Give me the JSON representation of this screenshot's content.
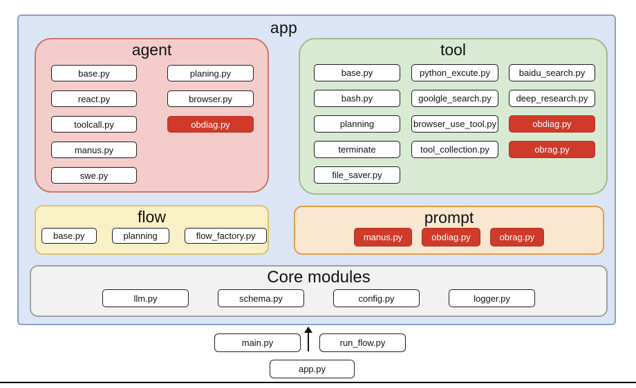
{
  "app_label": "app",
  "colors": {
    "app_bg": "#dbe5f6",
    "app_border": "#8b9dc9",
    "agent_bg": "#f4cdcb",
    "agent_border": "#c9766f",
    "tool_bg": "#d9ead3",
    "tool_border": "#9dbe8d",
    "flow_bg": "#faf0c5",
    "flow_border": "#dcc269",
    "prompt_bg": "#fae7d0",
    "prompt_border": "#e39c3f",
    "core_bg": "#f2f2f2",
    "core_border": "#a0a0a0",
    "module_bg": "#ffffff",
    "module_border": "#1c1c1c",
    "highlight_bg": "#cf3a2a",
    "highlight_text": "#ffffff"
  },
  "sections": {
    "agent": {
      "title": "agent",
      "columns": [
        [
          "base.py",
          "react.py",
          "toolcall.py",
          "manus.py",
          "swe.py"
        ],
        [
          "planing.py",
          "browser.py",
          "obdiag.py"
        ]
      ],
      "highlighted": [
        "obdiag.py"
      ]
    },
    "tool": {
      "title": "tool",
      "columns": [
        [
          "base.py",
          "bash.py",
          "planning",
          "terminate",
          "file_saver.py"
        ],
        [
          "python_excute.py",
          "goolgle_search.py",
          "browser_use_tool.py",
          "tool_collection.py"
        ],
        [
          "baidu_search.py",
          "deep_research.py",
          "obdiag.py",
          "obrag.py"
        ]
      ],
      "highlighted": [
        "obdiag.py",
        "obrag.py"
      ]
    },
    "flow": {
      "title": "flow",
      "items": [
        "base.py",
        "planning",
        "flow_factory.py"
      ],
      "highlighted": []
    },
    "prompt": {
      "title": "prompt",
      "items": [
        "manus.py",
        "obdiag.py",
        "obrag.py"
      ],
      "highlighted": [
        "manus.py",
        "obdiag.py",
        "obrag.py"
      ]
    },
    "core": {
      "title": "Core modules",
      "items": [
        "llm.py",
        "schema.py",
        "config.py",
        "logger.py"
      ]
    }
  },
  "entry": {
    "files": [
      "main.py",
      "run_flow.py"
    ],
    "app_file": "app.py",
    "arrow_icon": "up-arrow"
  }
}
